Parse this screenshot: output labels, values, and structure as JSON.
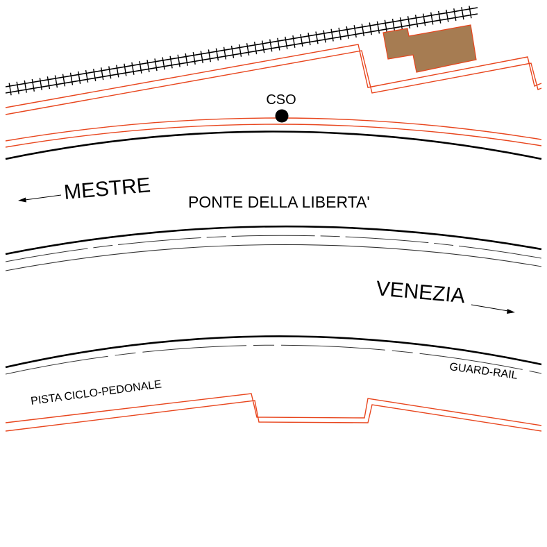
{
  "labels": {
    "station": "CSO",
    "bridge": "PONTE DELLA LIBERTA'",
    "west": "MESTRE",
    "east": "VENEZIA",
    "cycle_path": "PISTA CICLO-PEDONALE",
    "guard_rail": "GUARD-RAIL"
  },
  "colors": {
    "background": "#ffffff",
    "road_line": "#000000",
    "lane_line": "#333333",
    "boundary": "#e8461e",
    "building_fill": "#a67c52",
    "building_stroke": "#e8461e",
    "railway": "#000000"
  },
  "icons": {
    "station_marker": "filled-circle",
    "direction_arrow": "arrow"
  }
}
